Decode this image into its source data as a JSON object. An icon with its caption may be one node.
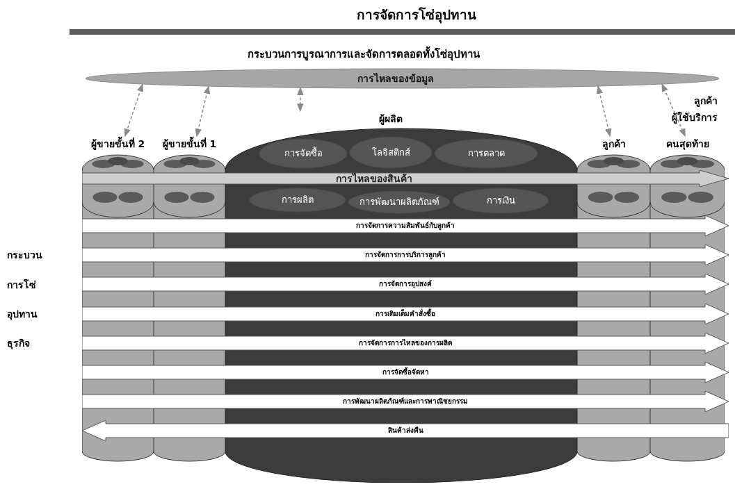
{
  "diagram": {
    "title": "การจัดการโซ่อุปทาน",
    "nodes": [
      {
        "text": [
          "กระบวนการบูรณาการและจัดการตลอดทั้งโซ่อุปทาน",
          "การไหลของข้อมูล"
        ]
      },
      {
        "text": [
          "ผู้ขายขั้นที่ 2"
        ]
      },
      {
        "text": [
          "ผู้ขายขั้นที่ 1"
        ]
      },
      {
        "text": [
          "ผู้ผลิต"
        ]
      },
      {
        "text": [
          "การจัดซื้อ"
        ],
        "in": 3
      },
      {
        "text": [
          "โลจิสติกส์"
        ],
        "in": 3
      },
      {
        "text": [
          "การตลาด"
        ],
        "in": 3
      },
      {
        "text": [
          "การผลิต"
        ],
        "in": 3
      },
      {
        "text": [
          "การเงิน"
        ],
        "in": 3
      },
      {
        "text": [
          "การพัฒนาผลิตภัณฑ์"
        ],
        "in": 3
      },
      {
        "text": [
          "ลูกค้า"
        ]
      },
      {
        "text": [
          "คนสุดท้าย"
        ],
        "beside": [
          "ลูกค้า",
          "ผู้ใช้บริการ"
        ]
      },
      {
        "text": [
          "การไหลของสินค้า"
        ]
      },
      {
        "text": [
          "การจัดการความสัมพันธ์กับลูกค้า"
        ]
      },
      {
        "text": [
          "การจัดการการบริการลูกค้า"
        ]
      },
      {
        "text": [
          "การจัดการอุปสงค์"
        ]
      },
      {
        "text": [
          "การเติมเต็มคำสั่งซื้อ"
        ]
      },
      {
        "text": [
          "การจัดการการไหลของการผลิต"
        ]
      },
      {
        "text": [
          "การจัดซื้อจัดหา"
        ]
      },
      {
        "text": [
          "การพัฒนาผลิตภัณฑ์และการพาณิชยกรรม"
        ]
      },
      {
        "text": [
          "สินค้าส่งคืน"
        ]
      }
    ],
    "edges": [
      {
        "from": 0,
        "to": 1,
        "arrow": "both",
        "style": "dashed"
      },
      {
        "from": 0,
        "to": 2,
        "arrow": "both",
        "style": "dashed"
      },
      {
        "from": 0,
        "to": 3,
        "arrow": "both",
        "style": "dashed"
      },
      {
        "from": 0,
        "to": 10,
        "arrow": "both",
        "style": "dashed"
      },
      {
        "from": 0,
        "to": 11,
        "arrow": "both",
        "style": "dashed"
      }
    ],
    "labels": [
      "กระบวน",
      "การโซ่",
      "อุปทาน",
      "ธุรกิจ"
    ]
  }
}
